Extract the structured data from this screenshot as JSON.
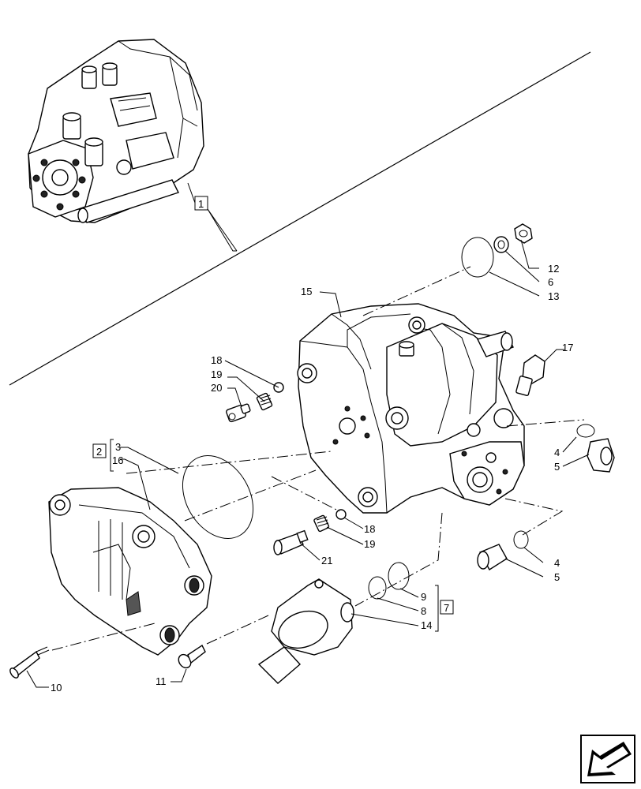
{
  "callouts": {
    "c1": "1",
    "c2": "2",
    "c3": "3",
    "c4a": "4",
    "c4b": "4",
    "c5a": "5",
    "c5b": "5",
    "c6": "6",
    "c7": "7",
    "c8": "8",
    "c9": "9",
    "c10": "10",
    "c11": "11",
    "c12": "12",
    "c13": "13",
    "c14": "14",
    "c15": "15",
    "c16": "16",
    "c17": "17",
    "c18a": "18",
    "c18b": "18",
    "c19a": "19",
    "c19b": "19",
    "c20": "20",
    "c21": "21"
  },
  "icons": {
    "nav": "next-page-arrow-icon"
  }
}
